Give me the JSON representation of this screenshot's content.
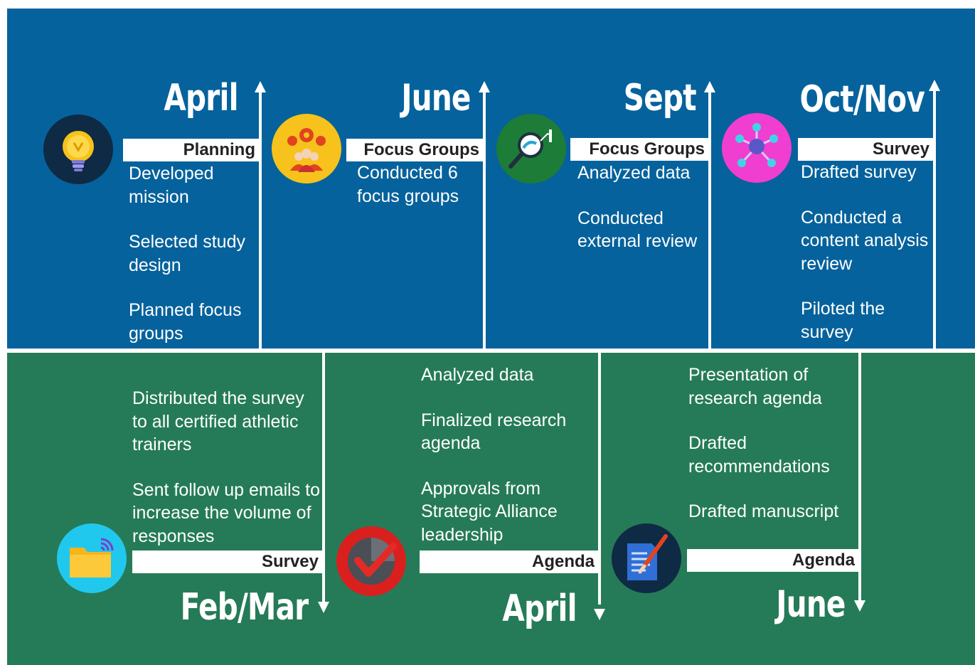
{
  "top": {
    "stages": [
      {
        "month": "April",
        "tag": "Planning",
        "icon": "lightbulb-icon",
        "items": [
          "Developed mission",
          "Selected study design",
          "Planned focus groups"
        ]
      },
      {
        "month": "June",
        "tag": "Focus Groups",
        "icon": "team-ideas-icon",
        "items": [
          "Conducted 6 focus groups"
        ]
      },
      {
        "month": "Sept",
        "tag": "Focus Groups",
        "icon": "magnifier-analysis-icon",
        "items": [
          "Analyzed data",
          "Conducted external review"
        ]
      },
      {
        "month": "Oct/Nov",
        "tag": "Survey",
        "icon": "network-icon",
        "items": [
          "Drafted survey",
          "Conducted a content analysis review",
          "Piloted the survey"
        ]
      }
    ]
  },
  "bottom": {
    "stages": [
      {
        "month": "Feb/Mar",
        "tag": "Survey",
        "icon": "folder-signal-icon",
        "items": [
          "Distributed the survey to all certified athletic trainers",
          "Sent follow up emails to increase the volume of responses"
        ]
      },
      {
        "month": "April",
        "tag": "Agenda",
        "icon": "checkmark-icon",
        "items": [
          "Analyzed data",
          "Finalized research agenda",
          "Approvals from Strategic Alliance leadership"
        ]
      },
      {
        "month": "June",
        "tag": "Agenda",
        "icon": "document-pen-icon",
        "items": [
          "Presentation of research agenda",
          "Drafted recommendations",
          "Drafted manuscript"
        ]
      }
    ]
  },
  "colors": {
    "top_band": "#05629c",
    "bottom_band": "#257b57",
    "lightbulb_bg": "#0f2a44",
    "team_bg": "#f6c21b",
    "magnifier_bg": "#1d7c37",
    "network_bg": "#f03ed0",
    "folder_bg": "#20c8ee",
    "check_bg": "#d9201f",
    "document_bg": "#0f2a44"
  }
}
